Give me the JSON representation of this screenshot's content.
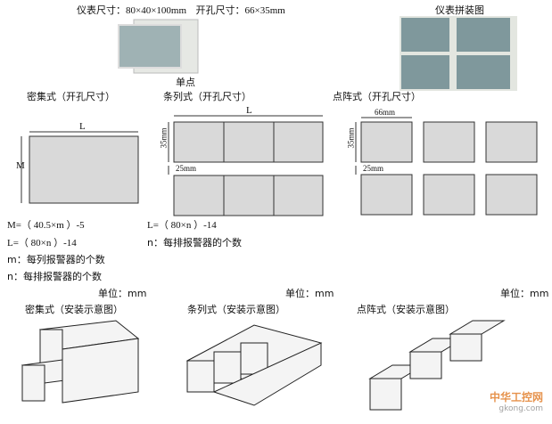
{
  "header": {
    "size_label": "仪表尺寸：",
    "size_value": "80×40×100mm",
    "cutout_label": "开孔尺寸：",
    "cutout_value": "66×35mm",
    "assembly_title": "仪表拼装图",
    "single_caption": "单点"
  },
  "cutout": {
    "dense_title": "密集式（开孔尺寸）",
    "strip_title": "条列式（开孔尺寸）",
    "matrix_title": "点阵式（开孔尺寸）",
    "dim_L": "L",
    "dim_M": "M",
    "dim_35": "35mm",
    "dim_25": "25mm",
    "dim_66": "66mm"
  },
  "formulas": {
    "dense": [
      "M=（ 40.5×m ）-5",
      "L=（ 80×n ）-14",
      "m：每列报警器的个数",
      "n：每排报警器的个数"
    ],
    "strip": [
      "L=（ 80×n ）-14",
      "n：每排报警器的个数"
    ]
  },
  "install": {
    "unit": "单位：mm",
    "dense_title": "密集式（安装示意图）",
    "strip_title": "条列式（安装示意图）",
    "matrix_title": "点阵式（安装示意图）"
  },
  "watermark": {
    "brand": "中华工控网",
    "url": "gkong.com"
  }
}
